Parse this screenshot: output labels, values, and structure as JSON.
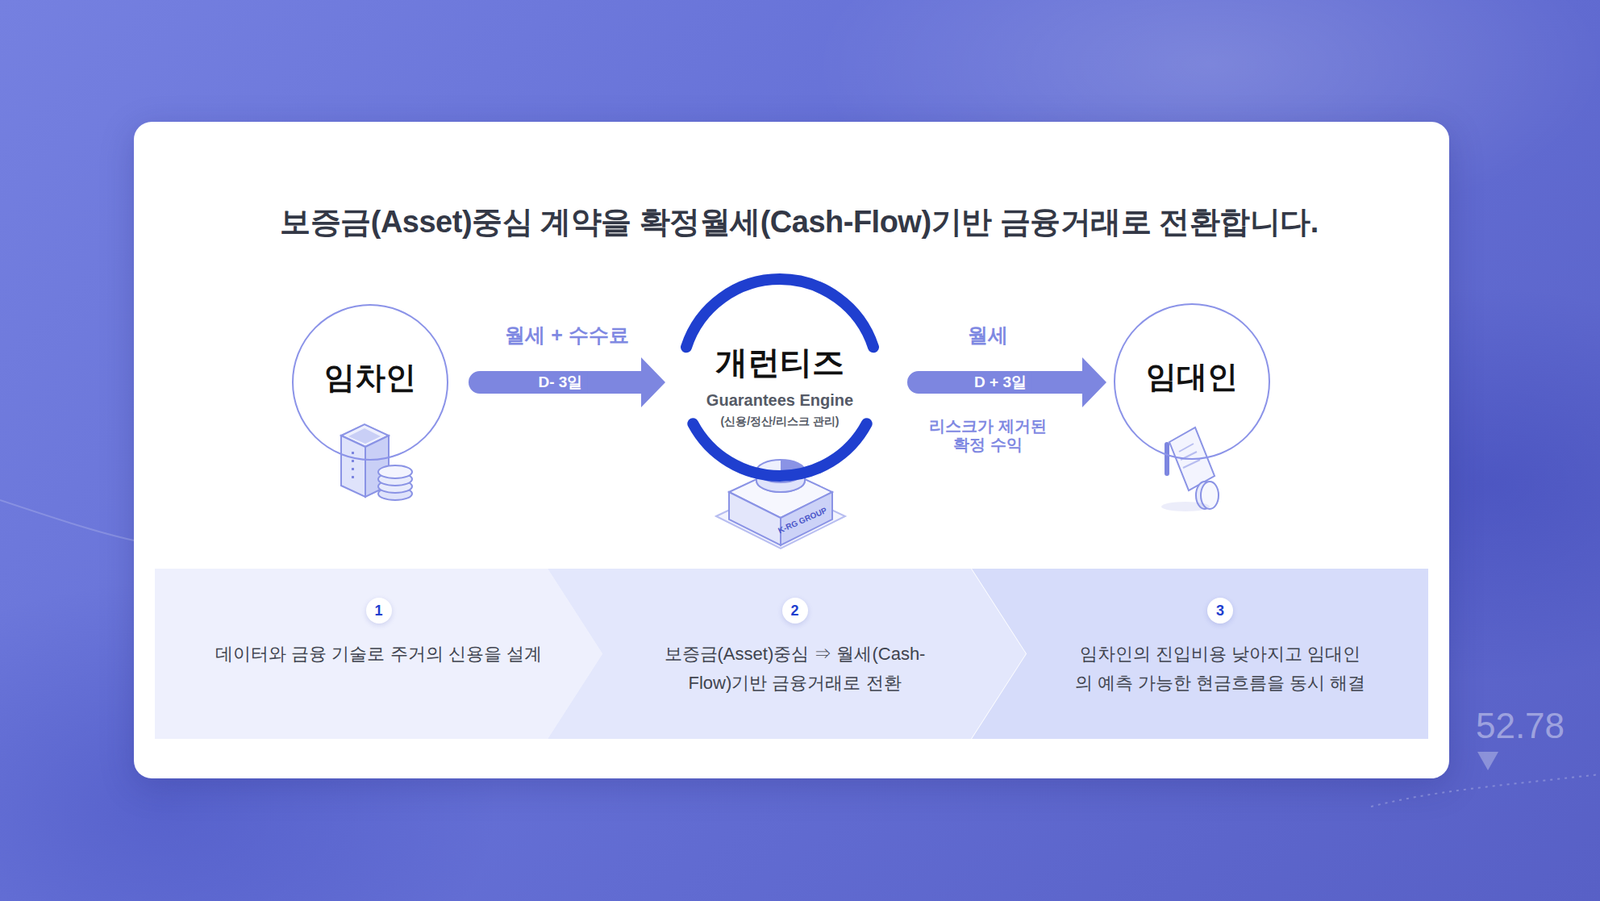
{
  "diagram": {
    "title": "보증금(Asset)중심 계약을 확정월세(Cash-Flow)기반 금융거래로 전환합니다.",
    "nodes": [
      {
        "text": [
          "임차인"
        ]
      },
      {
        "text": [
          "개런티즈",
          "Guarantees Engine",
          "(신용/정산/리스크 관리)"
        ]
      },
      {
        "text": [
          "임대인"
        ]
      },
      {
        "text": [
          "1",
          "데이터와 금융 기술로 주거의 신용을 설계"
        ]
      },
      {
        "text": [
          "2",
          "보증금(Asset)중심 ⇒ 월세(Cash-Flow)기반 금융거래로 전환"
        ]
      },
      {
        "text": [
          "3",
          "임차인의 진입비용 낮아지고 임대인의 예측 가능한 현금흐름을 동시 해결"
        ]
      }
    ],
    "edges": [
      {
        "from": 0,
        "to": 1,
        "arrow": "to",
        "label": "D- 3일"
      },
      {
        "from": 1,
        "to": 2,
        "arrow": "to",
        "label": "D + 3일"
      }
    ],
    "labels": [
      "월세 + 수수료",
      "월세",
      "리스크가 제거된 확정 수익",
      "K-RG GROUP",
      "52.78"
    ]
  }
}
